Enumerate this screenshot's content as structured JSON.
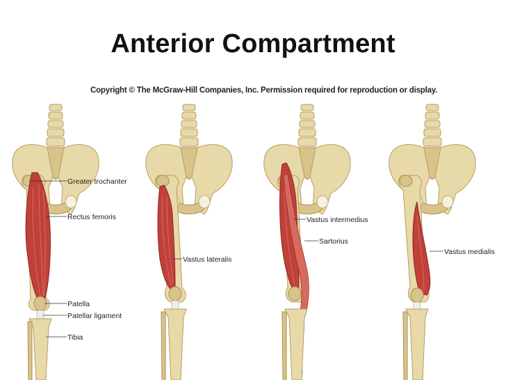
{
  "slide": {
    "title": "Anterior Compartment",
    "copyright": "Copyright © The McGraw-Hill Companies, Inc. Permission required for reproduction or display."
  },
  "panels": [
    {
      "labels": [
        "Greater trochanter",
        "Rectus femoris",
        "Patella",
        "Patellar ligament",
        "Tibia"
      ]
    },
    {
      "labels": [
        "Vastus lateralis"
      ]
    },
    {
      "labels": [
        "Vastus intermedius",
        "Sartorius"
      ]
    },
    {
      "labels": [
        "Vastus medialis"
      ]
    }
  ],
  "colors": {
    "muscle": "#c0413a",
    "bone": "#e8d9a8",
    "tendon": "#eeeeea"
  }
}
